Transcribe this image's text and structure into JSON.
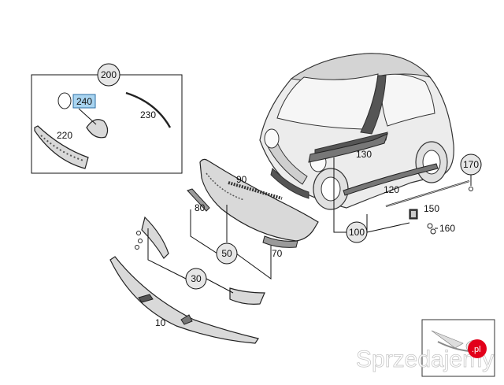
{
  "diagram": {
    "callouts": [
      {
        "id": "200",
        "label": "200"
      },
      {
        "id": "100",
        "label": "100"
      },
      {
        "id": "170",
        "label": "170"
      },
      {
        "id": "50",
        "label": "50"
      },
      {
        "id": "30",
        "label": "30"
      }
    ],
    "highlighted_label": "240",
    "part_labels": [
      {
        "id": "230",
        "label": "230"
      },
      {
        "id": "220",
        "label": "220"
      },
      {
        "id": "130",
        "label": "130"
      },
      {
        "id": "90",
        "label": "90"
      },
      {
        "id": "80",
        "label": "80"
      },
      {
        "id": "120",
        "label": "120"
      },
      {
        "id": "150",
        "label": "150"
      },
      {
        "id": "160",
        "label": "160"
      },
      {
        "id": "70",
        "label": "70"
      },
      {
        "id": "10",
        "label": "10"
      }
    ],
    "highlight_color": "#a9d4f0"
  },
  "watermark": {
    "text": "Sprzedajemy",
    "badge": ".pl",
    "badge_color": "#e2001a"
  }
}
